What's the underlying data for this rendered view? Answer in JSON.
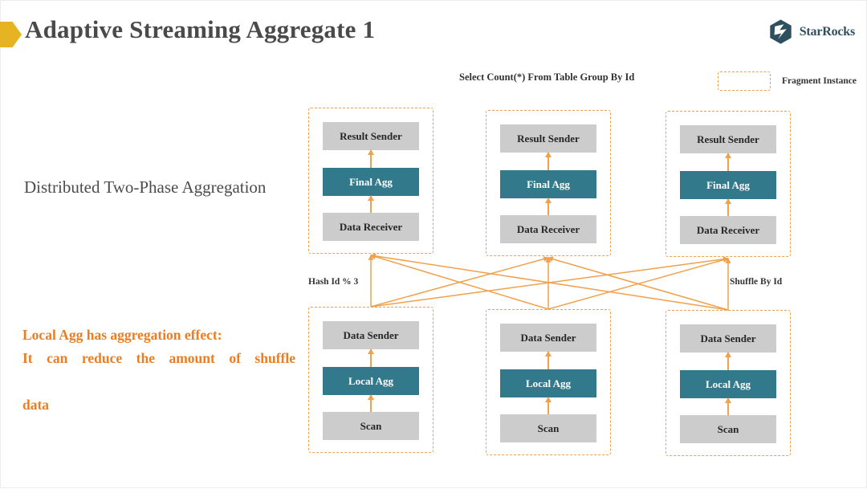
{
  "slide": {
    "title": "Adaptive Streaming Aggregate 1",
    "bullet_color": "#E6B422",
    "accent_orange": "#ED7D21",
    "dash_orange": "#F0A04B",
    "teal": "#33798C",
    "gray": "#CCCCCC",
    "brand": {
      "name": "StarRocks",
      "logo_icon": "starrocks-hexagon-bolt-icon",
      "color": "#2d4f5e"
    }
  },
  "annotations": {
    "query": "Select Count(*) From Table Group By Id",
    "legend_label": "Fragment Instance",
    "caption_two_phase": "Distributed Two-Phase Aggregation",
    "caption_local_agg_line1": "Local Agg has aggregation effect:",
    "caption_local_agg_line2": "It can reduce the amount of shuffle",
    "caption_local_agg_line3": "data",
    "shuffle_left": "Hash Id % 3",
    "shuffle_right": "Shuffle By Id"
  },
  "diagram": {
    "type": "dataflow",
    "top_fragments": [
      {
        "id": "top-1",
        "nodes": [
          {
            "label": "Result Sender",
            "style": "gray"
          },
          {
            "label": "Final Agg",
            "style": "teal"
          },
          {
            "label": "Data Receiver",
            "style": "gray"
          }
        ]
      },
      {
        "id": "top-2",
        "nodes": [
          {
            "label": "Result Sender",
            "style": "gray"
          },
          {
            "label": "Final Agg",
            "style": "teal"
          },
          {
            "label": "Data Receiver",
            "style": "gray"
          }
        ]
      },
      {
        "id": "top-3",
        "nodes": [
          {
            "label": "Result Sender",
            "style": "gray"
          },
          {
            "label": "Final Agg",
            "style": "teal"
          },
          {
            "label": "Data Receiver",
            "style": "gray"
          }
        ]
      }
    ],
    "bottom_fragments": [
      {
        "id": "bot-1",
        "nodes": [
          {
            "label": "Data Sender",
            "style": "gray"
          },
          {
            "label": "Local Agg",
            "style": "teal"
          },
          {
            "label": "Scan",
            "style": "gray"
          }
        ]
      },
      {
        "id": "bot-2",
        "nodes": [
          {
            "label": "Data Sender",
            "style": "gray"
          },
          {
            "label": "Local Agg",
            "style": "teal"
          },
          {
            "label": "Scan",
            "style": "gray"
          }
        ]
      },
      {
        "id": "bot-3",
        "nodes": [
          {
            "label": "Data Sender",
            "style": "gray"
          },
          {
            "label": "Local Agg",
            "style": "teal"
          },
          {
            "label": "Scan",
            "style": "gray"
          }
        ]
      }
    ],
    "mesh_edges": [
      "bot-1 -> top-1",
      "bot-1 -> top-2",
      "bot-1 -> top-3",
      "bot-2 -> top-1",
      "bot-2 -> top-2",
      "bot-2 -> top-3",
      "bot-3 -> top-1",
      "bot-3 -> top-2",
      "bot-3 -> top-3"
    ]
  }
}
